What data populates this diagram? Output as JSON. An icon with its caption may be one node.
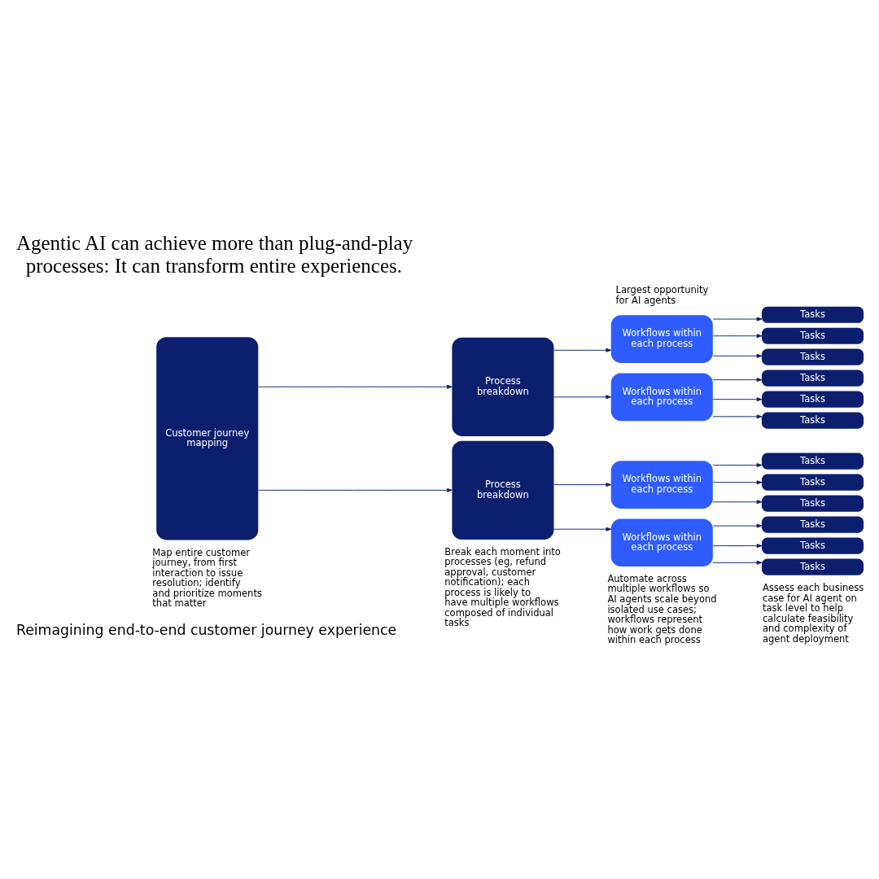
{
  "diagram": {
    "title": "Agentic AI can achieve more than plug-and-play processes: It can transform entire experiences.",
    "nodes": [
      {
        "text": [
          "Customer journey mapping"
        ]
      },
      {
        "text": [
          "Process breakdown"
        ]
      },
      {
        "text": [
          "Process breakdown"
        ]
      },
      {
        "text": [
          "Workflows within each process"
        ]
      },
      {
        "text": [
          "Workflows within each process"
        ]
      },
      {
        "text": [
          "Workflows within each process"
        ]
      },
      {
        "text": [
          "Workflows within each process"
        ]
      },
      {
        "text": [
          "Tasks"
        ]
      },
      {
        "text": [
          "Tasks"
        ]
      },
      {
        "text": [
          "Tasks"
        ]
      },
      {
        "text": [
          "Tasks"
        ]
      },
      {
        "text": [
          "Tasks"
        ]
      },
      {
        "text": [
          "Tasks"
        ]
      },
      {
        "text": [
          "Tasks"
        ]
      },
      {
        "text": [
          "Tasks"
        ]
      },
      {
        "text": [
          "Tasks"
        ]
      },
      {
        "text": [
          "Tasks"
        ]
      },
      {
        "text": [
          "Tasks"
        ]
      },
      {
        "text": [
          "Tasks"
        ]
      }
    ],
    "edges": [
      {
        "from": 0,
        "to": 1,
        "arrow": "to"
      },
      {
        "from": 0,
        "to": 2,
        "arrow": "to"
      },
      {
        "from": 1,
        "to": 3,
        "arrow": "to"
      },
      {
        "from": 1,
        "to": 4,
        "arrow": "to"
      },
      {
        "from": 2,
        "to": 5,
        "arrow": "to"
      },
      {
        "from": 2,
        "to": 6,
        "arrow": "to"
      },
      {
        "from": 3,
        "to": 7,
        "arrow": "to"
      },
      {
        "from": 3,
        "to": 8,
        "arrow": "to"
      },
      {
        "from": 3,
        "to": 9,
        "arrow": "to"
      },
      {
        "from": 4,
        "to": 10,
        "arrow": "to"
      },
      {
        "from": 4,
        "to": 11,
        "arrow": "to"
      },
      {
        "from": 4,
        "to": 12,
        "arrow": "to"
      },
      {
        "from": 5,
        "to": 13,
        "arrow": "to"
      },
      {
        "from": 5,
        "to": 14,
        "arrow": "to"
      },
      {
        "from": 5,
        "to": 15,
        "arrow": "to"
      },
      {
        "from": 6,
        "to": 16,
        "arrow": "to"
      },
      {
        "from": 6,
        "to": 17,
        "arrow": "to"
      },
      {
        "from": 6,
        "to": 18,
        "arrow": "to"
      }
    ],
    "labels": [
      "Reimagining end-to-end customer journey experience",
      "Map entire customer journey, from first interaction to issue resolution; identify and prioritize moments that matter",
      "Break each moment into processes (eg, refund approval, customer notification); each process is likely to have multiple workflows composed of individual tasks",
      "Automate across multiple workflows so AI agents scale beyond isolated use cases; workflows represent how work gets done within each process",
      "Assess each business case for AI agent on task level to help calculate feasibility and complexity of agent deployment",
      "Largest opportunity for AI agents"
    ]
  }
}
